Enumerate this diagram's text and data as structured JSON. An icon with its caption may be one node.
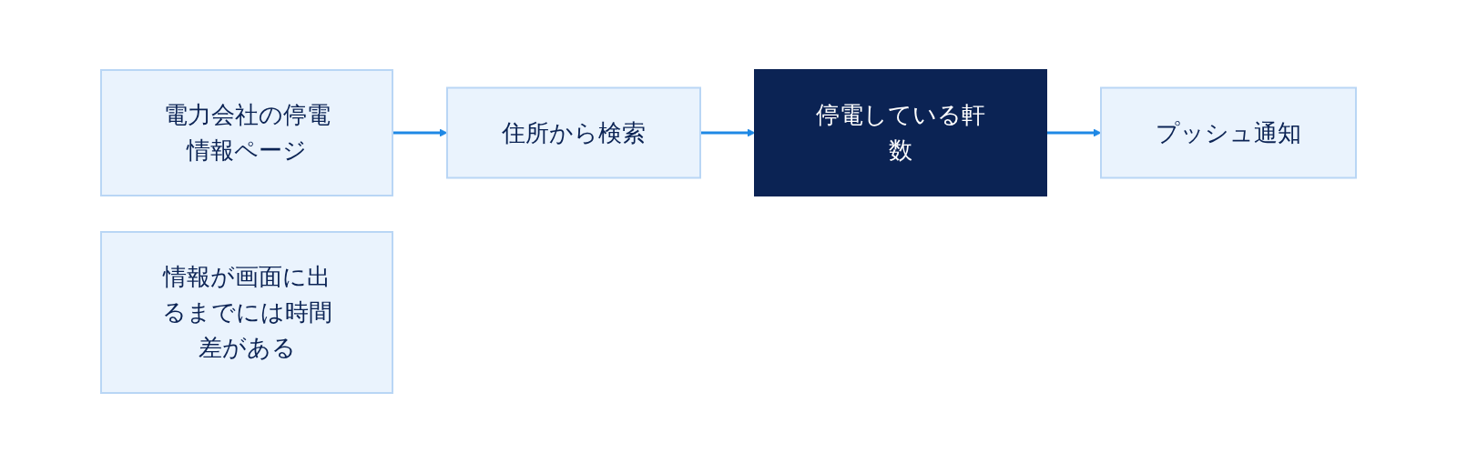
{
  "diagram": {
    "nodes": [
      {
        "text": [
          "電力会社の停電情報ページ"
        ]
      },
      {
        "text": [
          "住所から検索"
        ]
      },
      {
        "text": [
          "停電している軒数"
        ]
      },
      {
        "text": [
          "プッシュ通知"
        ]
      },
      {
        "text": [
          "情報が画面に出るまでには時間差がある"
        ]
      }
    ],
    "edges": [
      {
        "from": 0,
        "to": 1,
        "arrow": "to"
      },
      {
        "from": 1,
        "to": 2,
        "arrow": "to"
      },
      {
        "from": 2,
        "to": 3,
        "arrow": "to"
      }
    ]
  }
}
